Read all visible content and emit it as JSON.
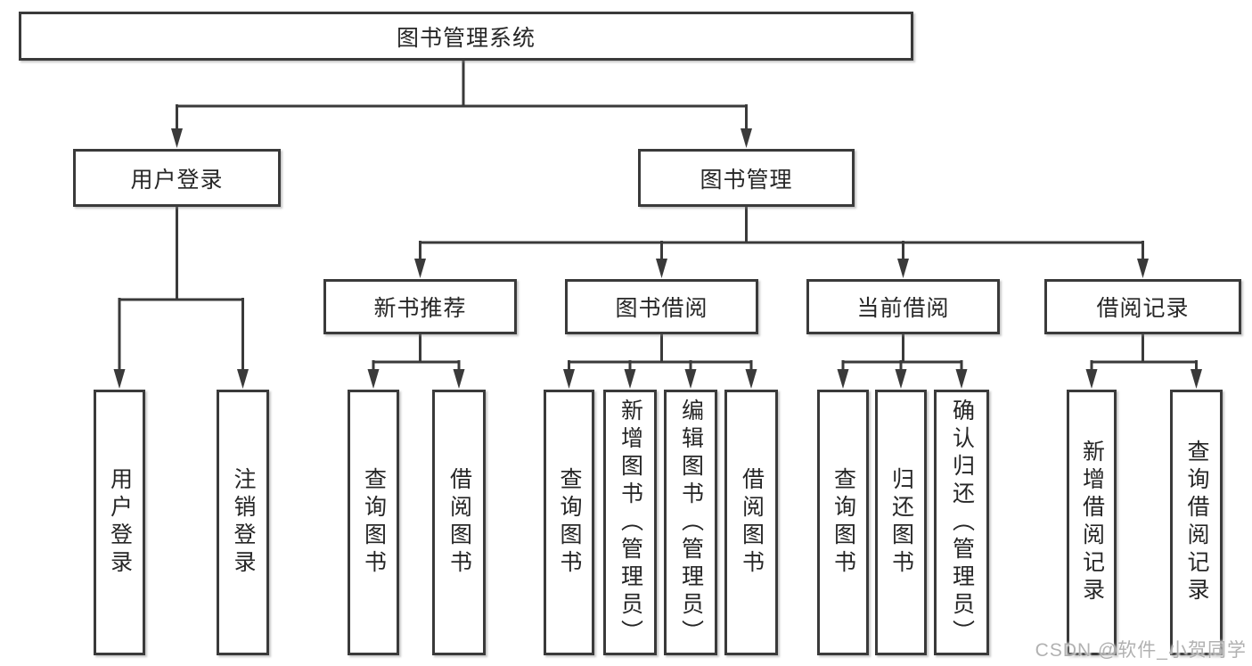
{
  "diagram": {
    "root": {
      "label": "图书管理系统"
    },
    "level2": [
      {
        "label": "用户登录"
      },
      {
        "label": "图书管理"
      }
    ],
    "level3": [
      {
        "label": "新书推荐"
      },
      {
        "label": "图书借阅"
      },
      {
        "label": "当前借阅"
      },
      {
        "label": "借阅记录"
      }
    ],
    "leaves": [
      {
        "label": "用户登录"
      },
      {
        "label": "注销登录"
      },
      {
        "label": "查询图书"
      },
      {
        "label": "借阅图书"
      },
      {
        "label": "查询图书"
      },
      {
        "label": "新增图书（管理员）"
      },
      {
        "label": "编辑图书（管理员）"
      },
      {
        "label": "借阅图书"
      },
      {
        "label": "查询图书"
      },
      {
        "label": "归还图书"
      },
      {
        "label": "确认归还（管理员）"
      },
      {
        "label": "新增借阅记录"
      },
      {
        "label": "查询借阅记录"
      }
    ]
  },
  "watermark": {
    "text": "CSDN @软件_小贺同学"
  },
  "colors": {
    "line": "#3a3a3a",
    "box_border": "#3a3a3a",
    "text": "#262626",
    "background": "#ffffff",
    "watermark": "#a8a8a8"
  }
}
